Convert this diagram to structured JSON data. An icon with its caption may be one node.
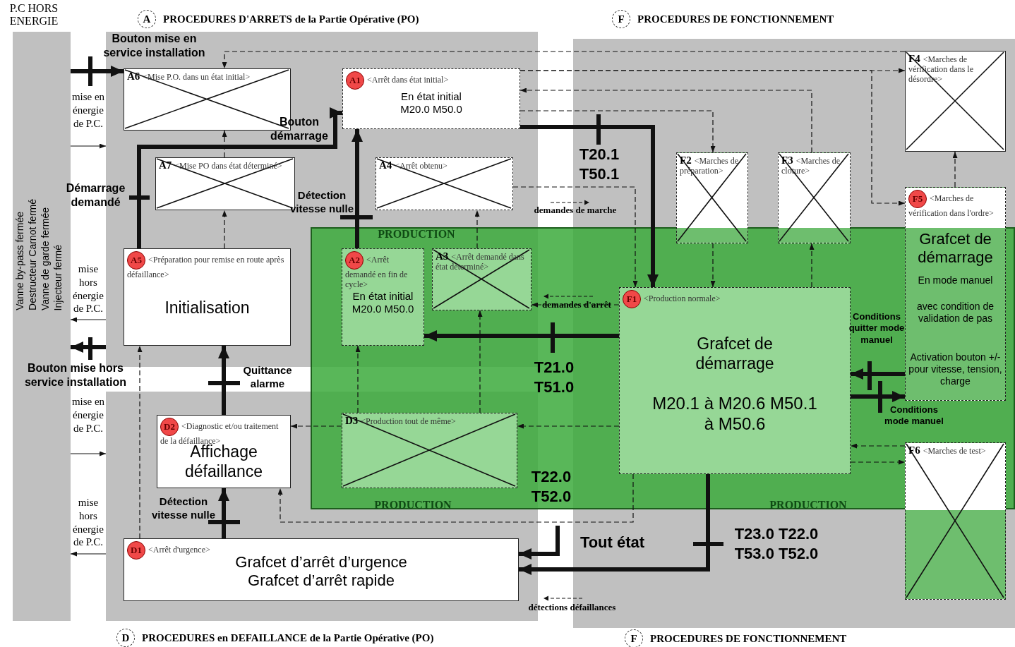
{
  "diagram": {
    "nodes": [
      {
        "text": [
          "P.C HORS ENERGIE",
          "Vanne by-pass fermée",
          "Destructeur Carnot fermé",
          "Vanne de garde fermée",
          "Injecteur fermé"
        ]
      },
      {
        "text": [
          "A",
          "PROCEDURES D'ARRETS de la Partie Opérative (PO)"
        ]
      },
      {
        "text": [
          "A6",
          "<Mise P.O. dans un état initial>"
        ],
        "in": 1
      },
      {
        "text": [
          "A1",
          "<Arrêt dans état initial>",
          "En état initial M20.0 M50.0"
        ],
        "in": 1
      },
      {
        "text": [
          "A7",
          "<Mise PO dans état déterminé>"
        ],
        "in": 1
      },
      {
        "text": [
          "A4",
          "<Arrêt obtenu>"
        ],
        "in": 1
      },
      {
        "text": [
          "A5",
          "<Préparation pour remise en route après défaillance>",
          "Initialisation"
        ],
        "in": 1
      },
      {
        "text": [
          "F",
          "PROCEDURES DE FONCTIONNEMENT"
        ],
        "beside": [
          "F",
          "PROCEDURES DE FONCTIONNEMENT"
        ]
      },
      {
        "text": [
          "F4",
          "<Marches de vérification dans le désordre>"
        ],
        "in": 7
      },
      {
        "text": [
          "F2",
          "<Marches de préparation>"
        ],
        "in": 7
      },
      {
        "text": [
          "F3",
          "<Marches de cloture>"
        ],
        "in": 7
      },
      {
        "text": [
          "F5",
          "<Marches de vérification dans l'ordre>",
          "Grafcet de démarrage",
          "En mode manuel",
          "avec condition de validation de pas",
          "Activation bouton +/- pour vitesse, tension, charge"
        ],
        "in": 7
      },
      {
        "text": [
          "F6",
          "<Marches de test>"
        ],
        "in": 7
      },
      {
        "text": [
          "D",
          "PROCEDURES en DEFAILLANCE de la Partie Opérative (PO)"
        ]
      },
      {
        "text": [
          "D2",
          "<Diagnostic et/ou traitement de la défaillance>",
          "Affichage défaillance"
        ],
        "in": 13
      },
      {
        "text": [
          "D1",
          "<Arrêt d'urgence>",
          "Grafcet d’arrêt d’urgence Grafcet d’arrêt rapide"
        ],
        "in": 13
      },
      {
        "text": [
          "A2",
          "<Arrêt demandé en fin de cycle>",
          "En état initial M20.0 M50.0"
        ],
        "in": 1
      },
      {
        "text": [
          "A3",
          "<Arrêt demandé dans état déterminé>"
        ],
        "in": 1
      },
      {
        "text": [
          "F1",
          "<Production normale>",
          "Grafcet de démarrage",
          "M20.1 à M20.6 M50.1 à M50.6"
        ],
        "in": 7
      },
      {
        "text": [
          "D3",
          "<Production tout de même>"
        ],
        "in": 13
      }
    ],
    "edges": [
      {
        "from": 0,
        "to": 2,
        "arrow": "to",
        "label": "Bouton mise en service installation",
        "style": "thick"
      },
      {
        "from": 6,
        "to": 3,
        "arrow": "to",
        "label": "Démarrage demandé",
        "style": "thick"
      },
      {
        "from": 16,
        "to": 3,
        "arrow": "to",
        "label": "Détection vitesse nulle",
        "style": "thick"
      },
      {
        "from": 3,
        "to": 18,
        "arrow": "to",
        "label": "T20.1 T50.1",
        "style": "thick"
      },
      {
        "from": 18,
        "to": 16,
        "arrow": "to",
        "label": "T21.0 T51.0",
        "style": "thick"
      },
      {
        "from": 18,
        "to": 15,
        "arrow": "to",
        "label": "T23.0 T22.0 T53.0 T52.0",
        "style": "thick"
      },
      {
        "from": null,
        "to": 15,
        "arrow": "to",
        "label": "Tout état",
        "style": "thick"
      },
      {
        "from": 15,
        "to": 14,
        "arrow": "to",
        "label": "Détection vitesse nulle",
        "style": "thick"
      },
      {
        "from": 14,
        "to": 6,
        "arrow": "to",
        "label": "Quittance alarme",
        "style": "thick"
      },
      {
        "from": 18,
        "to": 11,
        "arrow": "to",
        "label": "Conditions mode manuel",
        "style": "thick"
      },
      {
        "from": 11,
        "to": 18,
        "arrow": "to",
        "label": "Conditions quitter mode manuel",
        "style": "thick"
      },
      {
        "from": 1,
        "to": 0,
        "arrow": "to",
        "label": "Bouton mise hors service installation",
        "style": "thick"
      },
      {
        "from": 8,
        "to": 2,
        "arrow": "to",
        "style": "dashed"
      },
      {
        "from": 3,
        "to": 8,
        "arrow": "to",
        "style": "dashed"
      },
      {
        "from": 3,
        "to": 11,
        "arrow": "to",
        "style": "dashed"
      },
      {
        "from": 10,
        "to": 3,
        "arrow": "to",
        "style": "dashed"
      },
      {
        "from": 3,
        "to": 9,
        "arrow": "to",
        "style": "dashed"
      },
      {
        "from": 11,
        "to": 8,
        "arrow": "to",
        "style": "dashed"
      },
      {
        "from": 5,
        "to": 18,
        "arrow": "to",
        "label": "demandes de marche",
        "style": "dashed"
      },
      {
        "from": 6,
        "to": 4,
        "arrow": "to",
        "style": "dashed"
      },
      {
        "from": 4,
        "to": 2,
        "arrow": "to",
        "style": "dashed"
      },
      {
        "from": 17,
        "to": 5,
        "arrow": "to",
        "style": "dashed"
      },
      {
        "from": 18,
        "to": 17,
        "arrow": "to",
        "label": "demandes d'arrêt",
        "style": "dashed"
      },
      {
        "from": 9,
        "to": 18,
        "arrow": "to",
        "style": "dashed"
      },
      {
        "from": 18,
        "to": 10,
        "arrow": "to",
        "style": "dashed"
      },
      {
        "from": 19,
        "to": 16,
        "arrow": "to",
        "style": "dashed"
      },
      {
        "from": 19,
        "to": 17,
        "arrow": "to",
        "style": "dashed"
      },
      {
        "from": 18,
        "to": 19,
        "arrow": "to",
        "style": "dashed"
      },
      {
        "from": 19,
        "to": 14,
        "arrow": "to",
        "style": "dashed"
      },
      {
        "from": 18,
        "to": 14,
        "arrow": "to",
        "style": "dashed"
      },
      {
        "from": 15,
        "to": 6,
        "arrow": "to",
        "style": "dashed"
      },
      {
        "from": 18,
        "to": 12,
        "arrow": "to",
        "style": "dashed"
      },
      {
        "from": 12,
        "to": 18,
        "arrow": "to",
        "style": "dashed"
      },
      {
        "from": 0,
        "to": 1,
        "arrow": "to",
        "label": "mise en énergie de P.C."
      },
      {
        "from": 1,
        "to": 0,
        "arrow": "to",
        "label": "mise hors énergie de P.C."
      },
      {
        "from": 0,
        "to": 13,
        "arrow": "to",
        "label": "mise en énergie de P.C."
      },
      {
        "from": 13,
        "to": 0,
        "arrow": "to",
        "label": "mise hors énergie de P.C."
      }
    ],
    "labels": [
      "Bouton démarrage",
      "PRODUCTION",
      "T22.0 T52.0",
      "PRODUCTION",
      "PRODUCTION",
      "détections défaillances"
    ]
  }
}
